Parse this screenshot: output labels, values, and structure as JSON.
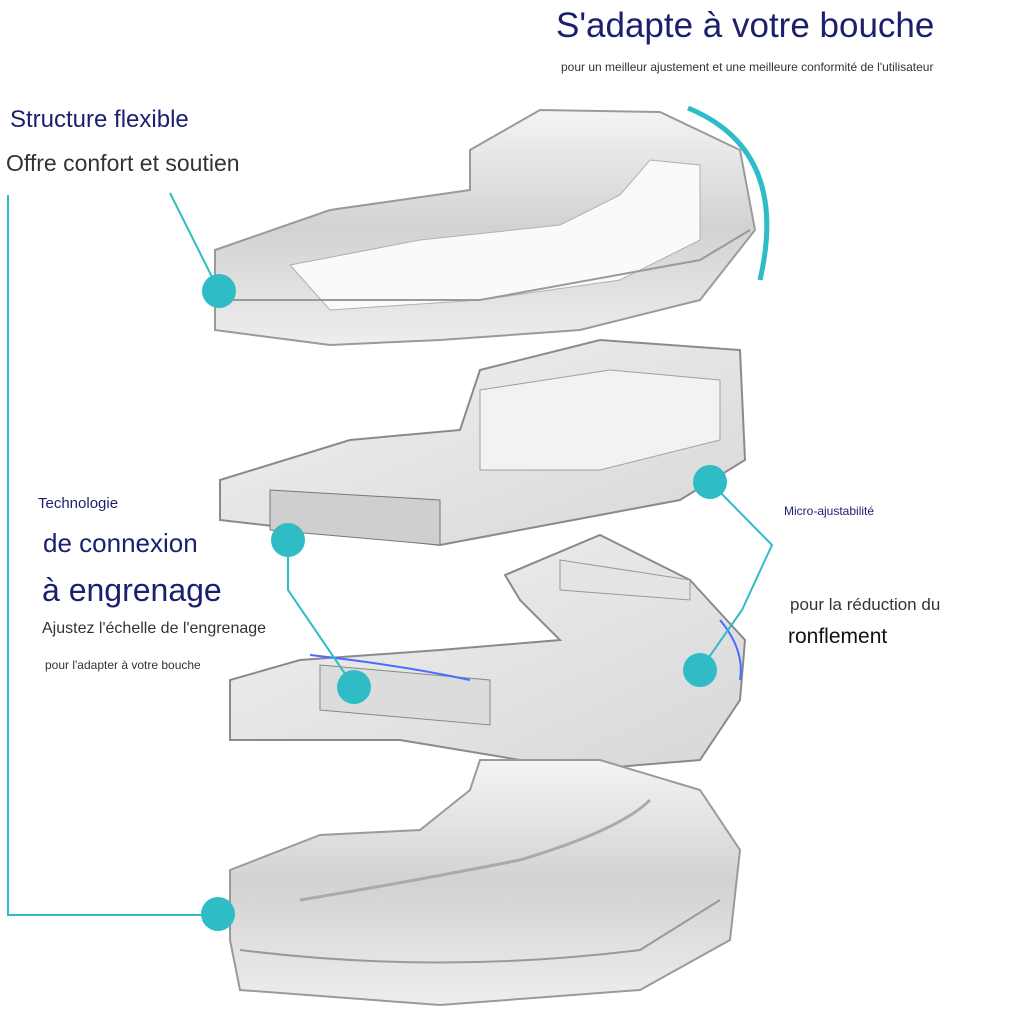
{
  "header": {
    "title": "S'adapte à votre bouche",
    "subtitle": "pour un meilleur ajustement et une meilleure conformité de l'utilisateur"
  },
  "features": {
    "flexible": {
      "title": "Structure flexible",
      "desc": "Offre confort et soutien"
    },
    "gear": {
      "line1": "Technologie",
      "line2": "de connexion",
      "line3": "à engrenage",
      "line4": "Ajustez l'échelle de l'engrenage",
      "line5": "pour l'adapter à votre bouche"
    },
    "micro": {
      "line1": "Micro-ajustabilité",
      "line2": "pour la réduction du",
      "line3": "ronflement"
    }
  },
  "colors": {
    "accent": "#2fbcc6",
    "navy": "#1a1f6e"
  }
}
